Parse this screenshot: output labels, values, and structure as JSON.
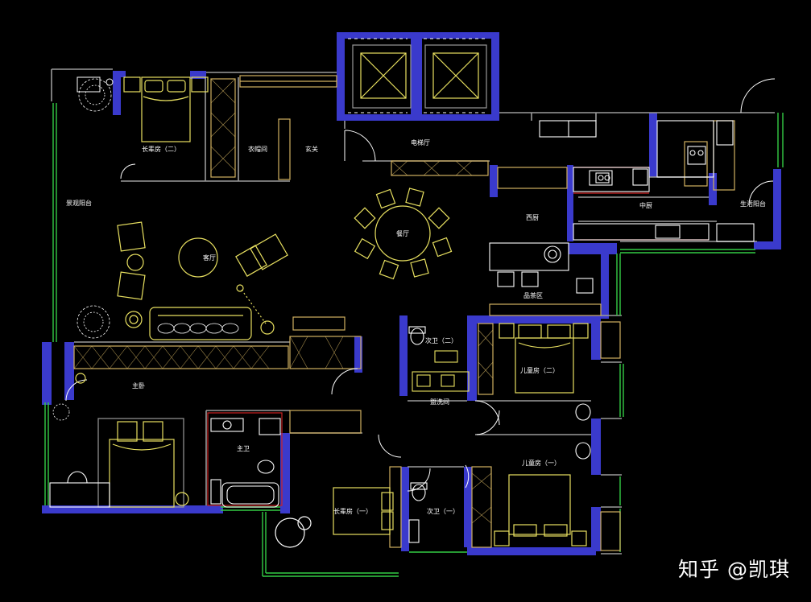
{
  "colors": {
    "background": "#000000",
    "wall": "#3a3acc",
    "wall_gray": "#8a8a8a",
    "furniture": "#e8e060",
    "cabinet": "#d0b060",
    "white": "#ffffff",
    "glass": "#33cc44",
    "red": "#cc2222"
  },
  "rooms": {
    "elder_room_2": "长辈房（二）",
    "cloakroom": "衣帽间",
    "entrance": "玄关",
    "elevator_hall": "电梯厅",
    "leisure_balcony": "景观阳台",
    "dining_room": "餐厅",
    "western_kitchen": "西厨",
    "chinese_kitchen": "中厨",
    "service_balcony": "生活阳台",
    "living_room": "客厅",
    "tea_area": "品茶区",
    "master_bedroom": "主卧",
    "second_bath_2": "次卫（二）",
    "kids_room_2": "儿童房（二）",
    "washroom": "盥洗间",
    "master_bath": "主卫",
    "kids_room_1": "儿童房（一）",
    "elder_room_1": "长辈房（一）",
    "second_bath_1": "次卫（一）"
  },
  "watermark": "知乎 @凯琪"
}
